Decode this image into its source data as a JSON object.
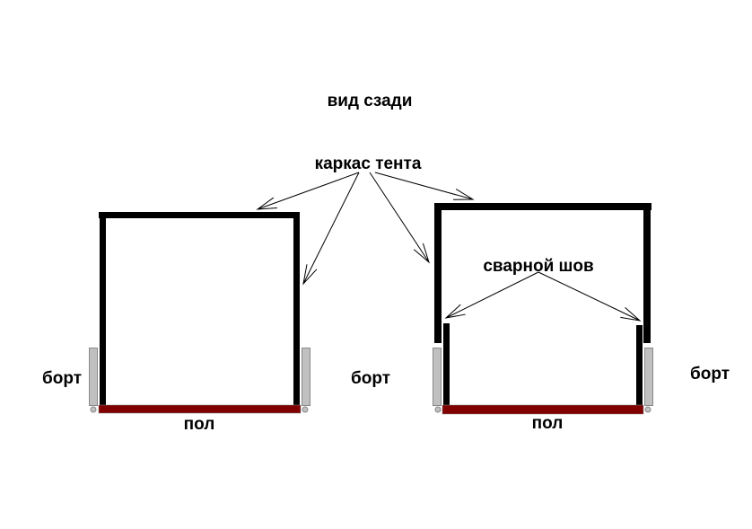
{
  "title": "вид сзади",
  "labels": {
    "frame": "каркас тента",
    "weld": "сварной шов",
    "side_left": "борт",
    "side_middle": "борт",
    "side_right": "борт",
    "floor_left": "пол",
    "floor_right": "пол"
  },
  "colors": {
    "frame": "#000000",
    "floor": "#800000",
    "side": "#c0c0c0"
  }
}
